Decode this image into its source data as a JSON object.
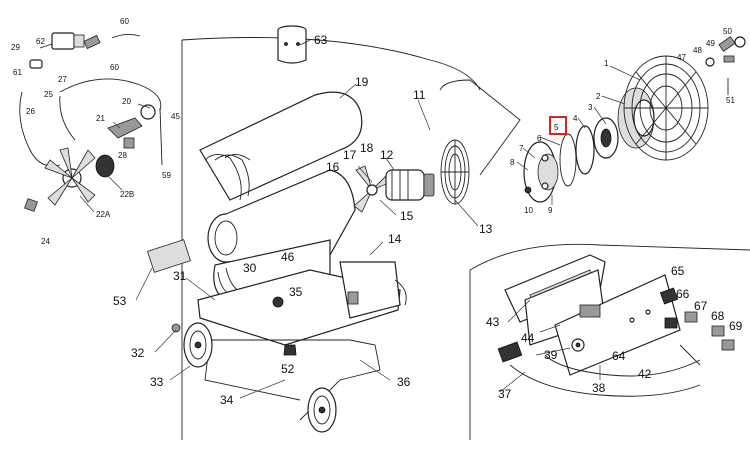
{
  "callouts": {
    "c1": "1",
    "c2": "2",
    "c3": "3",
    "c4": "4",
    "c5": "5",
    "c6": "6",
    "c7": "7",
    "c8": "8",
    "c9": "9",
    "c10": "10",
    "c11": "11",
    "c12": "12",
    "c13": "13",
    "c14": "14",
    "c15": "15",
    "c16": "16",
    "c17": "17",
    "c18": "18",
    "c19": "19",
    "c20": "20",
    "c21": "21",
    "c22A": "22A",
    "c22B": "22B",
    "c24": "24",
    "c25": "25",
    "c26": "26",
    "c27": "27",
    "c28": "28",
    "c29": "29",
    "c30": "30",
    "c31": "31",
    "c32": "32",
    "c33": "33",
    "c34": "34",
    "c35": "35",
    "c36": "36",
    "c37": "37",
    "c38": "38",
    "c39": "39",
    "c42": "42",
    "c43": "43",
    "c44": "44",
    "c45": "45",
    "c46": "46",
    "c47": "47",
    "c48": "48",
    "c49": "49",
    "c50": "50",
    "c51": "51",
    "c52": "52",
    "c53": "53",
    "c59": "59",
    "c60a": "60",
    "c60b": "60",
    "c61": "61",
    "c62": "62",
    "c63": "63",
    "c64": "64",
    "c65": "65",
    "c66": "66",
    "c67": "67",
    "c68": "68",
    "c69": "69"
  },
  "highlight": {
    "color": "#e0201b"
  }
}
